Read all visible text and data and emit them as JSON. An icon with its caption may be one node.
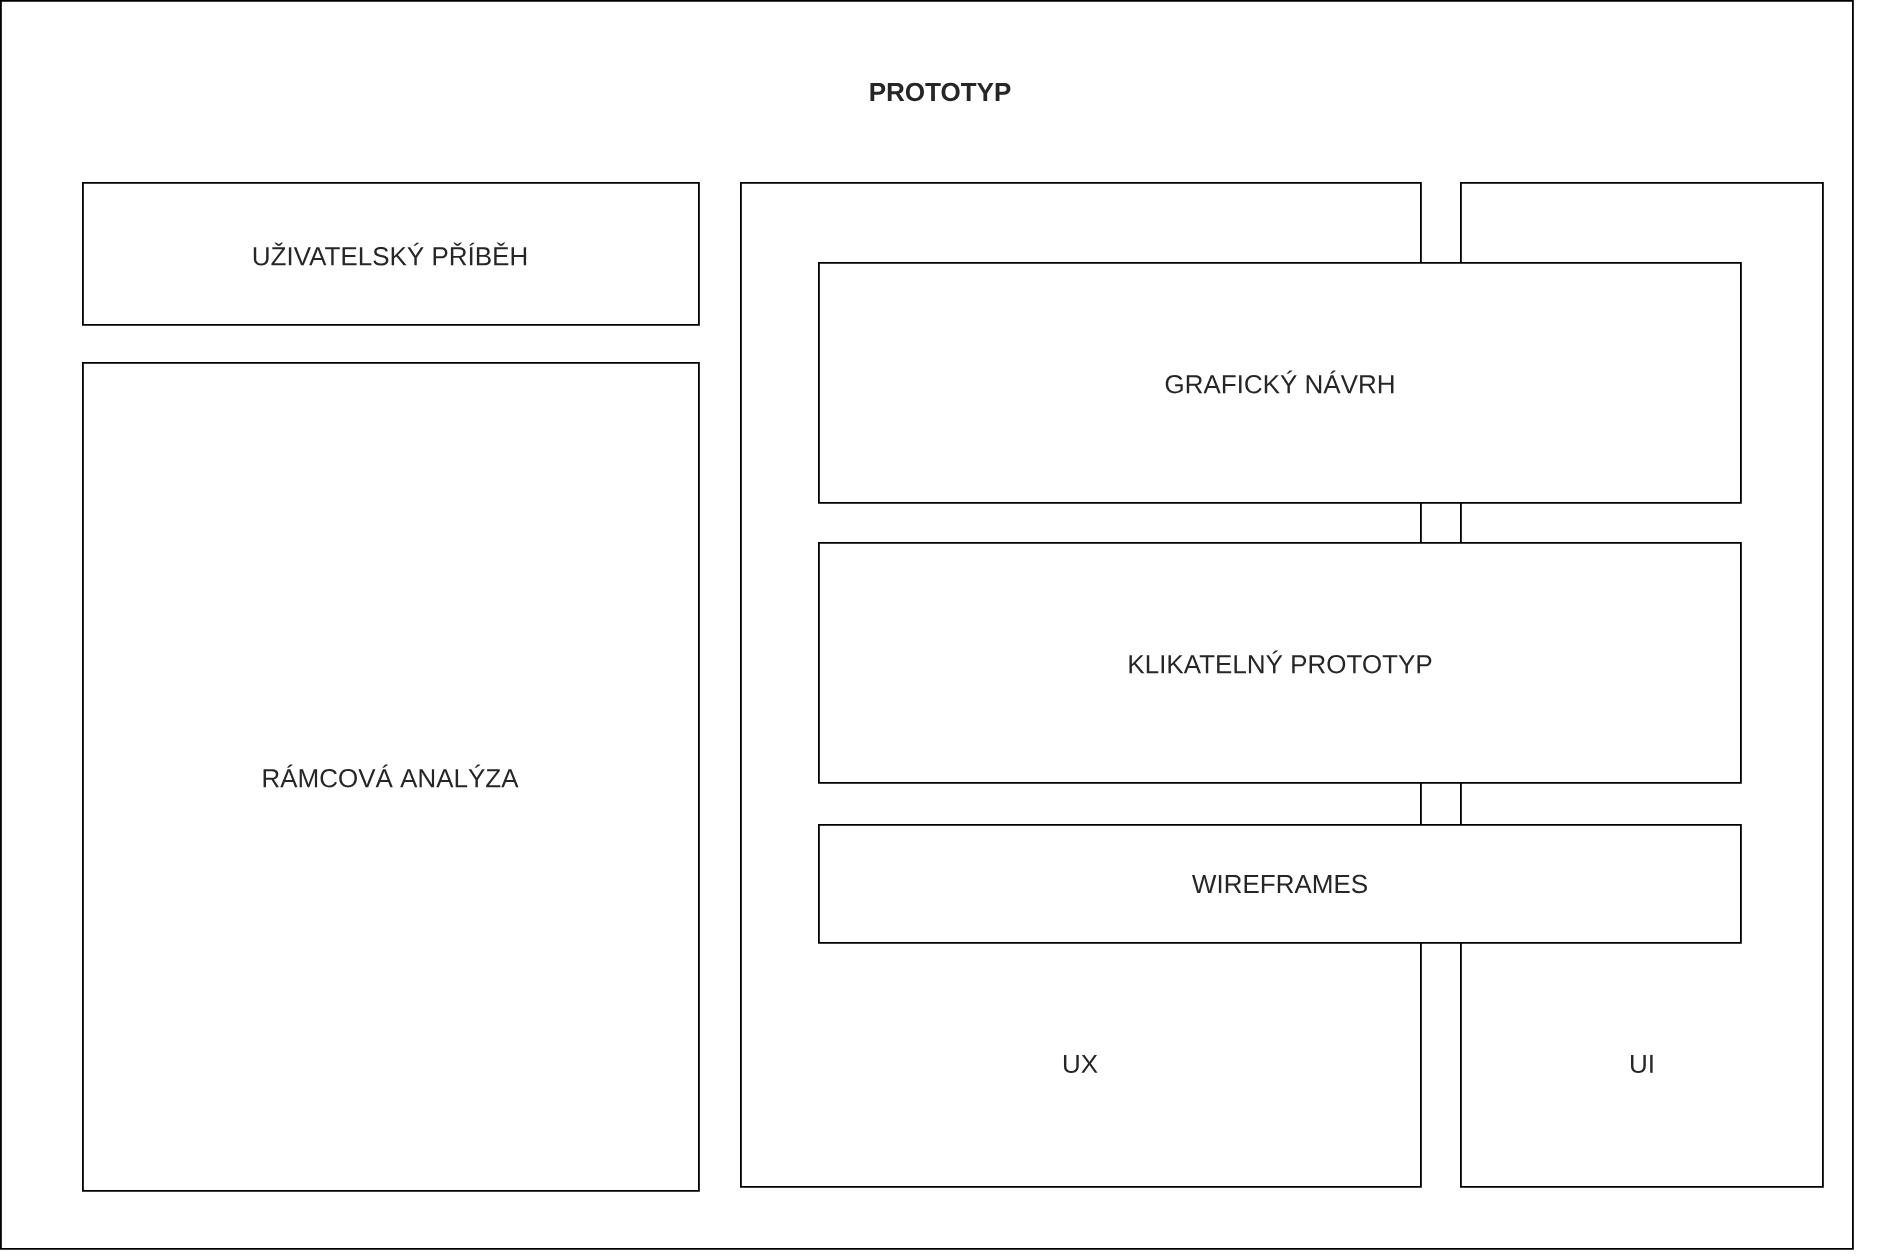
{
  "diagram": {
    "nodes": [
      {
        "text": [
          "PROTOTYP"
        ]
      },
      {
        "text": [
          "UŽIVATELSKÝ PŘÍBĚH"
        ],
        "in": 0
      },
      {
        "text": [
          "RÁMCOVÁ ANALÝZA"
        ],
        "in": 0
      },
      {
        "text": [
          "UX"
        ],
        "in": 0
      },
      {
        "text": [
          "UI"
        ],
        "in": 0
      },
      {
        "text": [
          "GRAFICKÝ NÁVRH"
        ],
        "in": 0
      },
      {
        "text": [
          "KLIKATELNÝ PROTOTYP"
        ],
        "in": 0
      },
      {
        "text": [
          "WIREFRAMES"
        ],
        "in": 0
      }
    ]
  }
}
